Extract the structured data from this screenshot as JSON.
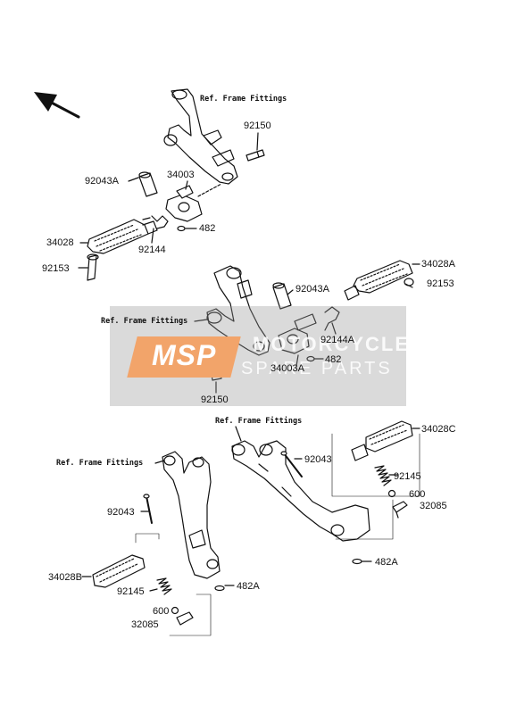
{
  "labels": {
    "ref_top": "Ref. Frame Fittings",
    "ref_mid": "Ref. Frame Fittings",
    "ref_bottom_right": "Ref. Frame Fittings",
    "ref_bottom_left": "Ref. Frame Fittings",
    "p92150_top": "92150",
    "p92043A_top": "92043A",
    "p34003": "34003",
    "p482_top": "482",
    "p34028": "34028",
    "p92144": "92144",
    "p92153_left": "92153",
    "p92043A_mid": "92043A",
    "p34028A": "34028A",
    "p92153_right": "92153",
    "p92144A": "92144A",
    "p482_mid": "482",
    "p34003A": "34003A",
    "p92150_mid": "92150",
    "p34028C": "34028C",
    "p92043_right": "92043",
    "p92145_right": "92145",
    "p600_right": "600",
    "p32085_right": "32085",
    "p482A_right": "482A",
    "p92043_left": "92043",
    "p34028B": "34028B",
    "p92145_left": "92145",
    "p482A_left": "482A",
    "p600_left": "600",
    "p32085_left": "32085"
  },
  "watermark": {
    "logo": "MSP",
    "word1": "MOTORCYCLE",
    "word2": "SPARE PARTS"
  }
}
